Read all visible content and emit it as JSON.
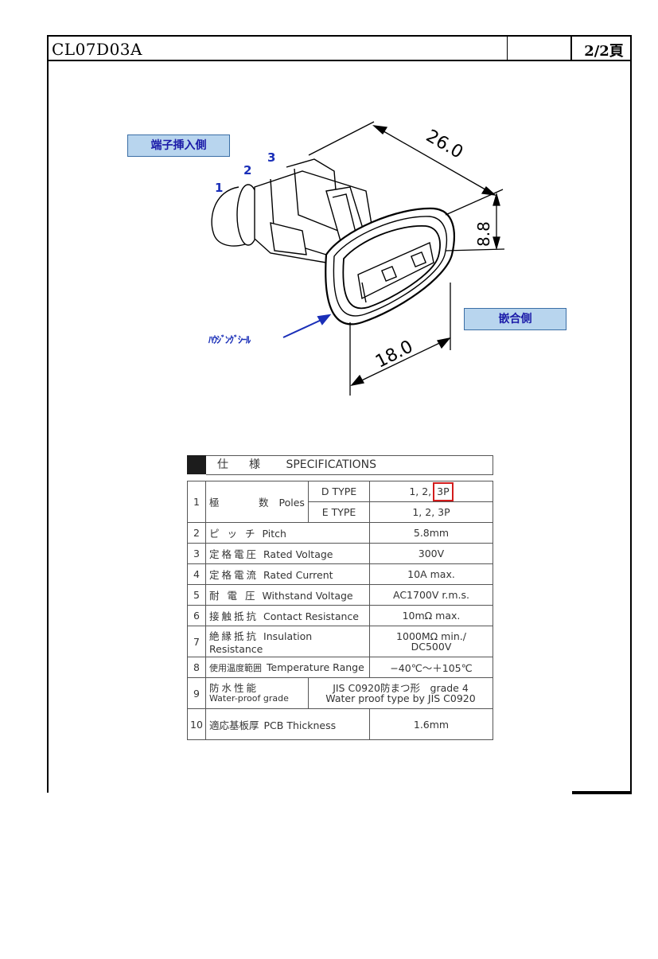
{
  "header": {
    "doc_id": "CL07D03A",
    "page": "2/2頁"
  },
  "drawing": {
    "terminal_side_label": "端子挿入側",
    "mating_side_label": "嵌合側",
    "housing_seal_label": "ﾊｳｼﾞﾝｸﾞｼｰﾙ",
    "pin_numbers": [
      "1",
      "2",
      "3"
    ],
    "dimensions": {
      "length": "26.0",
      "height": "8.8",
      "width": "18.0"
    }
  },
  "spec": {
    "title_jp": "仕　様",
    "title_en": "SPECIFICATIONS",
    "rows": [
      {
        "no": "1",
        "jp": "極　　　数",
        "en": "Poles",
        "d_type_label": "D TYPE",
        "d_type_value_prefix": "1, 2,",
        "d_type_value_highlight": "3P",
        "e_type_label": "E TYPE",
        "e_type_value": "1, 2, 3P"
      },
      {
        "no": "2",
        "jp": "ピ ッ チ",
        "en": "Pitch",
        "value": "5.8mm"
      },
      {
        "no": "3",
        "jp": "定格電圧",
        "en": "Rated Voltage",
        "value": "300V"
      },
      {
        "no": "4",
        "jp": "定格電流",
        "en": "Rated Current",
        "value": "10A max."
      },
      {
        "no": "5",
        "jp": "耐 電 圧",
        "en": "Withstand Voltage",
        "value": "AC1700V r.m.s."
      },
      {
        "no": "6",
        "jp": "接触抵抗",
        "en": "Contact Resistance",
        "value": "10mΩ max."
      },
      {
        "no": "7",
        "jp": "絶縁抵抗",
        "en": "Insulation Resistance",
        "value_line1": "1000MΩ min./",
        "value_line2": "DC500V"
      },
      {
        "no": "8",
        "jp": "使用温度範囲",
        "en": "Temperature Range",
        "value": "−40℃～＋105℃"
      },
      {
        "no": "9",
        "jp": "防水性能",
        "en": "Water-proof grade",
        "value_line1": "JIS C0920防まつ形　grade 4",
        "value_line2": "Water proof type by JIS C0920"
      },
      {
        "no": "10",
        "jp": "適応基板厚",
        "en": "PCB Thickness",
        "value": "1.6mm"
      }
    ]
  }
}
